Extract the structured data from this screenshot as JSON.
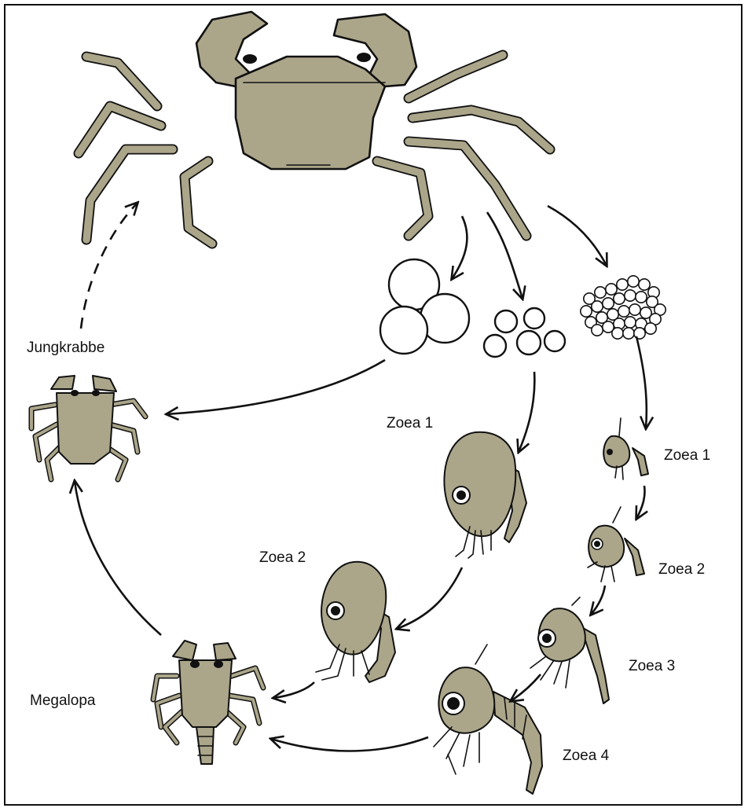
{
  "labels": {
    "jungkrabbe": "Jungkrabbe",
    "megalopa": "Megalopa",
    "zoea1_large": "Zoea 1",
    "zoea2_large": "Zoea 2",
    "zoea1_small": "Zoea 1",
    "zoea2_small": "Zoea 2",
    "zoea3_small": "Zoea 3",
    "zoea4_small": "Zoea 4"
  },
  "colors": {
    "body_fill": "#ABA68A",
    "outline": "#111111",
    "frame": "#111111",
    "background": "#ffffff"
  }
}
